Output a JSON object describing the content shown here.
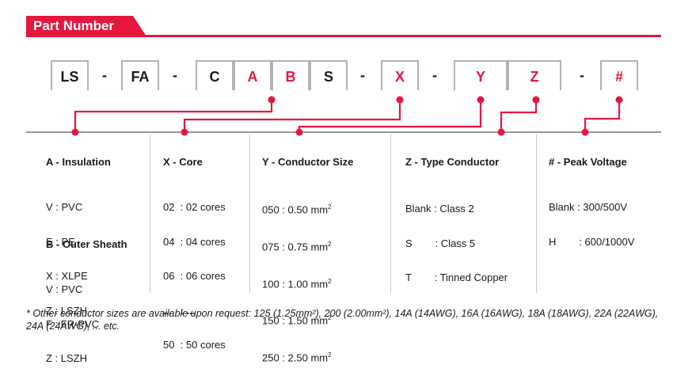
{
  "header": {
    "title": "Part Number"
  },
  "code": {
    "LS": "LS",
    "dash1": "-",
    "FA": "FA",
    "dash2": "-",
    "C": "C",
    "A": "A",
    "B": "B",
    "S": "S",
    "dash3": "-",
    "X": "X",
    "dash4": "-",
    "Y": "Y",
    "Z": "Z",
    "dash5": "-",
    "hash": "#"
  },
  "colors": {
    "accent": "#e5173f",
    "box_border": "#b3b3b3",
    "line": "#999999"
  },
  "insulation": {
    "title": "A - Insulation",
    "items": [
      "V : PVC",
      "E : PE",
      "X : XLPE",
      "Z : LSZH"
    ]
  },
  "outer_sheath": {
    "title": "B - Outer Sheath",
    "items": [
      "V : PVC",
      "F : FR-PVC",
      "Z : LSZH"
    ]
  },
  "core": {
    "title": "X - Core",
    "items": [
      "02  : 02 cores",
      "04  : 04 cores",
      "06  : 06 cores",
      "...   : ...",
      "50  : 50 cores"
    ]
  },
  "conductor_size": {
    "title": "Y - Conductor Size",
    "items": [
      "050 : 0.50 mm",
      "075 : 0.75 mm",
      "100 : 1.00 mm",
      "150 : 1.50 mm",
      "250 : 2.50 mm"
    ],
    "unit_sup": "2"
  },
  "type_conductor": {
    "title": "Z - Type Conductor",
    "items": [
      "Blank : Class 2",
      "S        : Class 5",
      "T        : Tinned Copper"
    ]
  },
  "peak_voltage": {
    "title": "# - Peak Voltage",
    "items": [
      "Blank : 300/500V",
      "H        : 600/1000V"
    ]
  },
  "footnote": "* Other conductor sizes are available upon request: 125 (1.25mm²), 200 (2.00mm²), 14A (14AWG), 16A (16AWG), 18A (18AWG), 22A (22AWG), 24A (24AWG),  ... etc."
}
